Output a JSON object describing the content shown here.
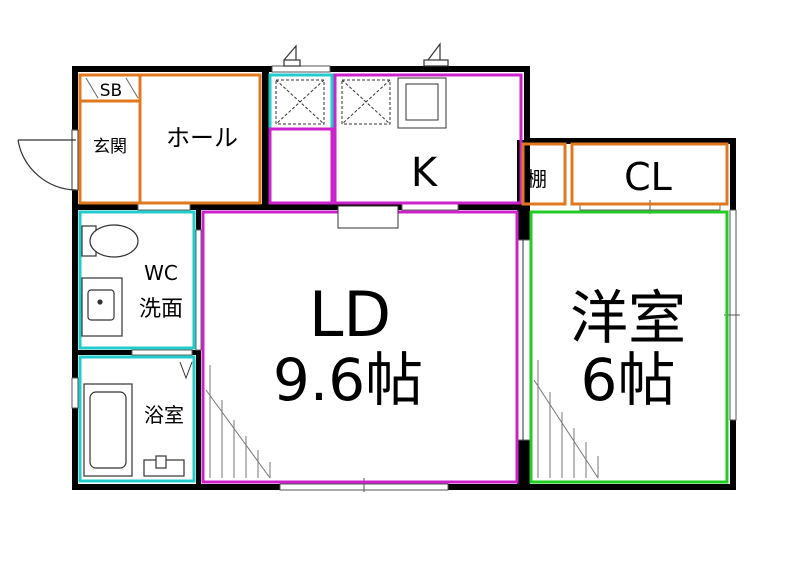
{
  "colors": {
    "wall": "#000000",
    "orange": "#e07820",
    "magenta": "#cc22cc",
    "cyan": "#22cccc",
    "green": "#22cc22",
    "gray": "#888888"
  },
  "rooms": {
    "sb": "SB",
    "genkan": "玄関",
    "hall": "ホール",
    "kitchen": "K",
    "tana": "棚",
    "cl": "CL",
    "wc": "WC",
    "senmen": "洗面",
    "yokushitsu": "浴室",
    "ld_name": "LD",
    "ld_size": "9.6帖",
    "yoshitsu_name": "洋室",
    "yoshitsu_size": "6帖"
  }
}
